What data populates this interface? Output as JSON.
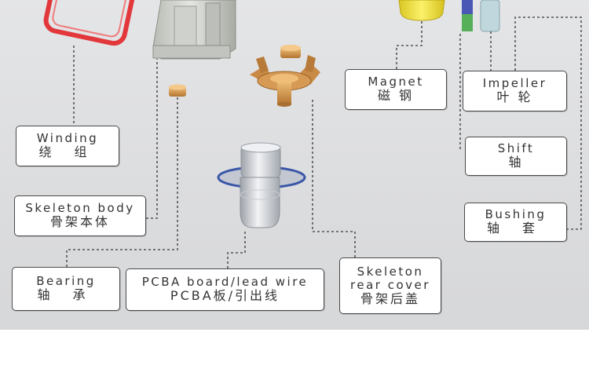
{
  "labels": {
    "winding": {
      "en": "Winding",
      "zh": "绕  组"
    },
    "skeleton_body": {
      "en": "Skeleton body",
      "zh": "骨架本体"
    },
    "bearing": {
      "en": "Bearing",
      "zh": "轴  承"
    },
    "pcba": {
      "en": "PCBA board/lead wire",
      "zh": "PCBA板/引出线"
    },
    "rear_cover": {
      "en1": "Skeleton",
      "en2": "rear cover",
      "zh": "骨架后盖"
    },
    "magnet": {
      "en": "Magnet",
      "zh": "磁 钢"
    },
    "impeller": {
      "en": "Impeller",
      "zh": "叶 轮"
    },
    "shift": {
      "en": "Shift",
      "zh": "轴"
    },
    "bushing": {
      "en": "Bushing",
      "zh": "轴  套"
    }
  },
  "colors": {
    "leader_line": "#555555",
    "winding_red": "#e2383c",
    "copper": "#c98a45",
    "magnet_yellow": "#f1e23a",
    "board_blue": "#3a57a8"
  }
}
